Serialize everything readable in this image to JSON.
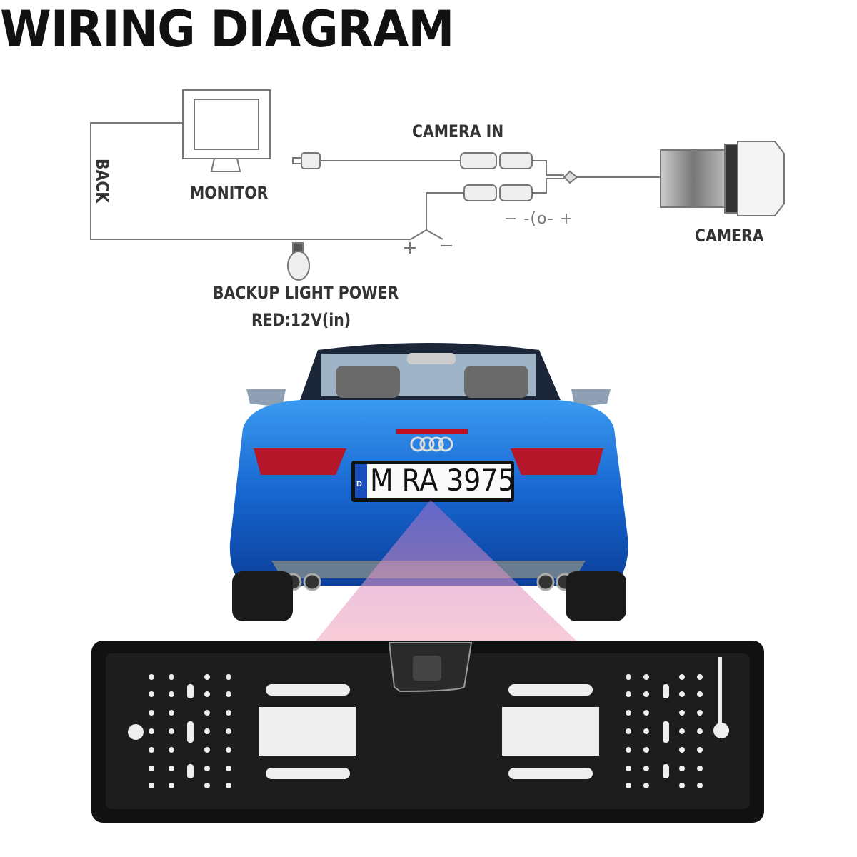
{
  "title": "WIRING DIAGRAM",
  "diagram": {
    "labels": {
      "back": "BACK",
      "monitor": "MONITOR",
      "camera_in": "CAMERA IN",
      "camera": "CAMERA",
      "backup_light_power": "BACKUP LIGHT POWER",
      "red_12v": "RED:12V(in)",
      "plus": "+",
      "minus": "−",
      "dc_symbol": "− -(o- +"
    }
  },
  "car": {
    "license_plate": {
      "country": "D",
      "text": "M RA 3975"
    },
    "body_color": "#1a6fd6",
    "beam_color": "#f4b6c8"
  },
  "product": {
    "frame_color": "#111111"
  }
}
